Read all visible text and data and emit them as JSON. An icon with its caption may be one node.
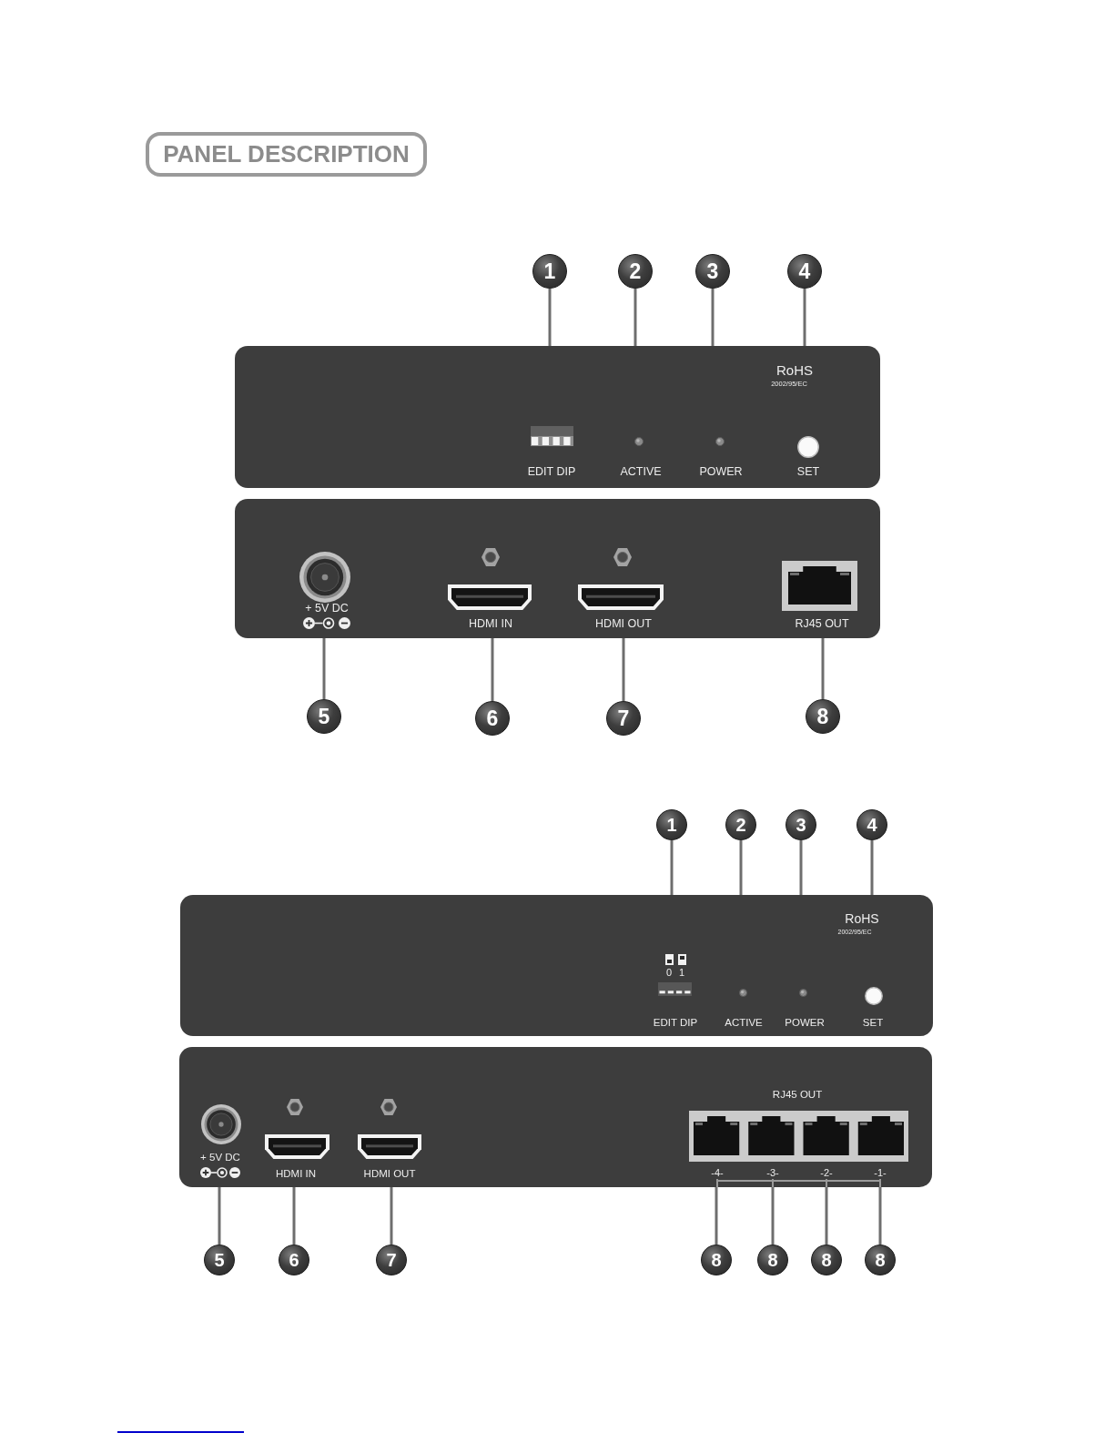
{
  "diagram": {
    "title": "PANEL DESCRIPTION",
    "nodes": [
      {
        "text": [
          "1"
        ]
      },
      {
        "text": [
          "2"
        ]
      },
      {
        "text": [
          "3"
        ]
      },
      {
        "text": [
          "4"
        ]
      },
      {
        "text": [
          "RoHS",
          "2002/95/EC",
          "EDIT DIP",
          "ACTIVE",
          "POWER",
          "SET"
        ]
      },
      {
        "text": [
          "+ 5V DC",
          "HDMI IN",
          "HDMI OUT",
          "RJ45 OUT"
        ]
      },
      {
        "text": [
          "5"
        ]
      },
      {
        "text": [
          "6"
        ]
      },
      {
        "text": [
          "7"
        ]
      },
      {
        "text": [
          "8"
        ]
      },
      {
        "text": [
          "1"
        ]
      },
      {
        "text": [
          "2"
        ]
      },
      {
        "text": [
          "3"
        ]
      },
      {
        "text": [
          "4"
        ]
      },
      {
        "text": [
          "RoHS",
          "2002/95/EC",
          "0",
          "1",
          "EDIT DIP",
          "ACTIVE",
          "POWER",
          "SET"
        ]
      },
      {
        "text": [
          "RJ45 OUT",
          "+ 5V DC",
          "HDMI IN",
          "HDMI OUT",
          "-4-",
          "-3-",
          "-2-",
          "-1-"
        ]
      },
      {
        "text": [
          "5"
        ]
      },
      {
        "text": [
          "6"
        ]
      },
      {
        "text": [
          "7"
        ]
      },
      {
        "text": [
          "8"
        ]
      },
      {
        "text": [
          "8"
        ]
      },
      {
        "text": [
          "8"
        ]
      },
      {
        "text": [
          "8"
        ]
      }
    ],
    "edges": [
      {
        "from": 0,
        "to": 4,
        "arrow": "none"
      },
      {
        "from": 1,
        "to": 4,
        "arrow": "none"
      },
      {
        "from": 2,
        "to": 4,
        "arrow": "none"
      },
      {
        "from": 3,
        "to": 4,
        "arrow": "none"
      },
      {
        "from": 6,
        "to": 5,
        "arrow": "none"
      },
      {
        "from": 7,
        "to": 5,
        "arrow": "none"
      },
      {
        "from": 8,
        "to": 5,
        "arrow": "none"
      },
      {
        "from": 9,
        "to": 5,
        "arrow": "none"
      },
      {
        "from": 10,
        "to": 14,
        "arrow": "none"
      },
      {
        "from": 11,
        "to": 14,
        "arrow": "none"
      },
      {
        "from": 12,
        "to": 14,
        "arrow": "none"
      },
      {
        "from": 13,
        "to": 14,
        "arrow": "none"
      },
      {
        "from": 16,
        "to": 15,
        "arrow": "none"
      },
      {
        "from": 17,
        "to": 15,
        "arrow": "none"
      },
      {
        "from": 18,
        "to": 15,
        "arrow": "none"
      },
      {
        "from": 19,
        "to": 15,
        "arrow": "none"
      },
      {
        "from": 20,
        "to": 15,
        "arrow": "none"
      },
      {
        "from": 21,
        "to": 15,
        "arrow": "none"
      },
      {
        "from": 22,
        "to": 15,
        "arrow": "none"
      }
    ]
  }
}
